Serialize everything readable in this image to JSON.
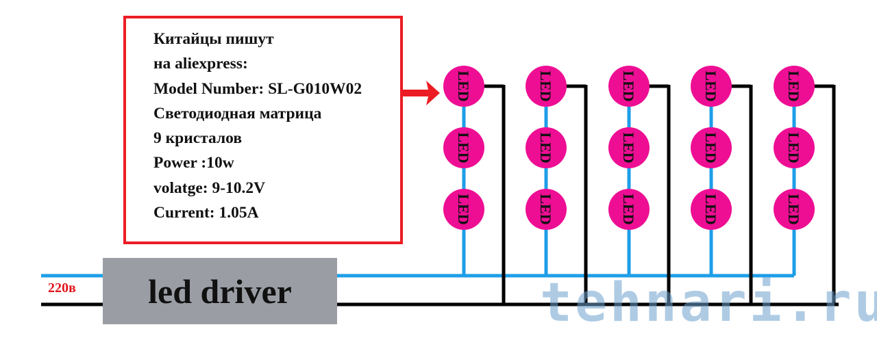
{
  "info_box": {
    "lines": [
      "Китайцы пишут",
      "на aliexpress:",
      "Model Number: SL-G010W02",
      "Светодиодная матрица",
      "9 кристалов",
      "Power :10w",
      "volatge: 9-10.2V",
      "Current: 1.05A"
    ]
  },
  "driver": {
    "label": "led driver",
    "input_voltage": "220в"
  },
  "led_label": "LED",
  "led_columns": 5,
  "leds_per_column": 3,
  "watermark": "tehnari.ru",
  "colors": {
    "led": "#ee0e94",
    "positive_wire": "#1e9ee8",
    "negative_wire": "#000000",
    "frame": "#ec1c24",
    "driver": "#9a9ea4"
  }
}
